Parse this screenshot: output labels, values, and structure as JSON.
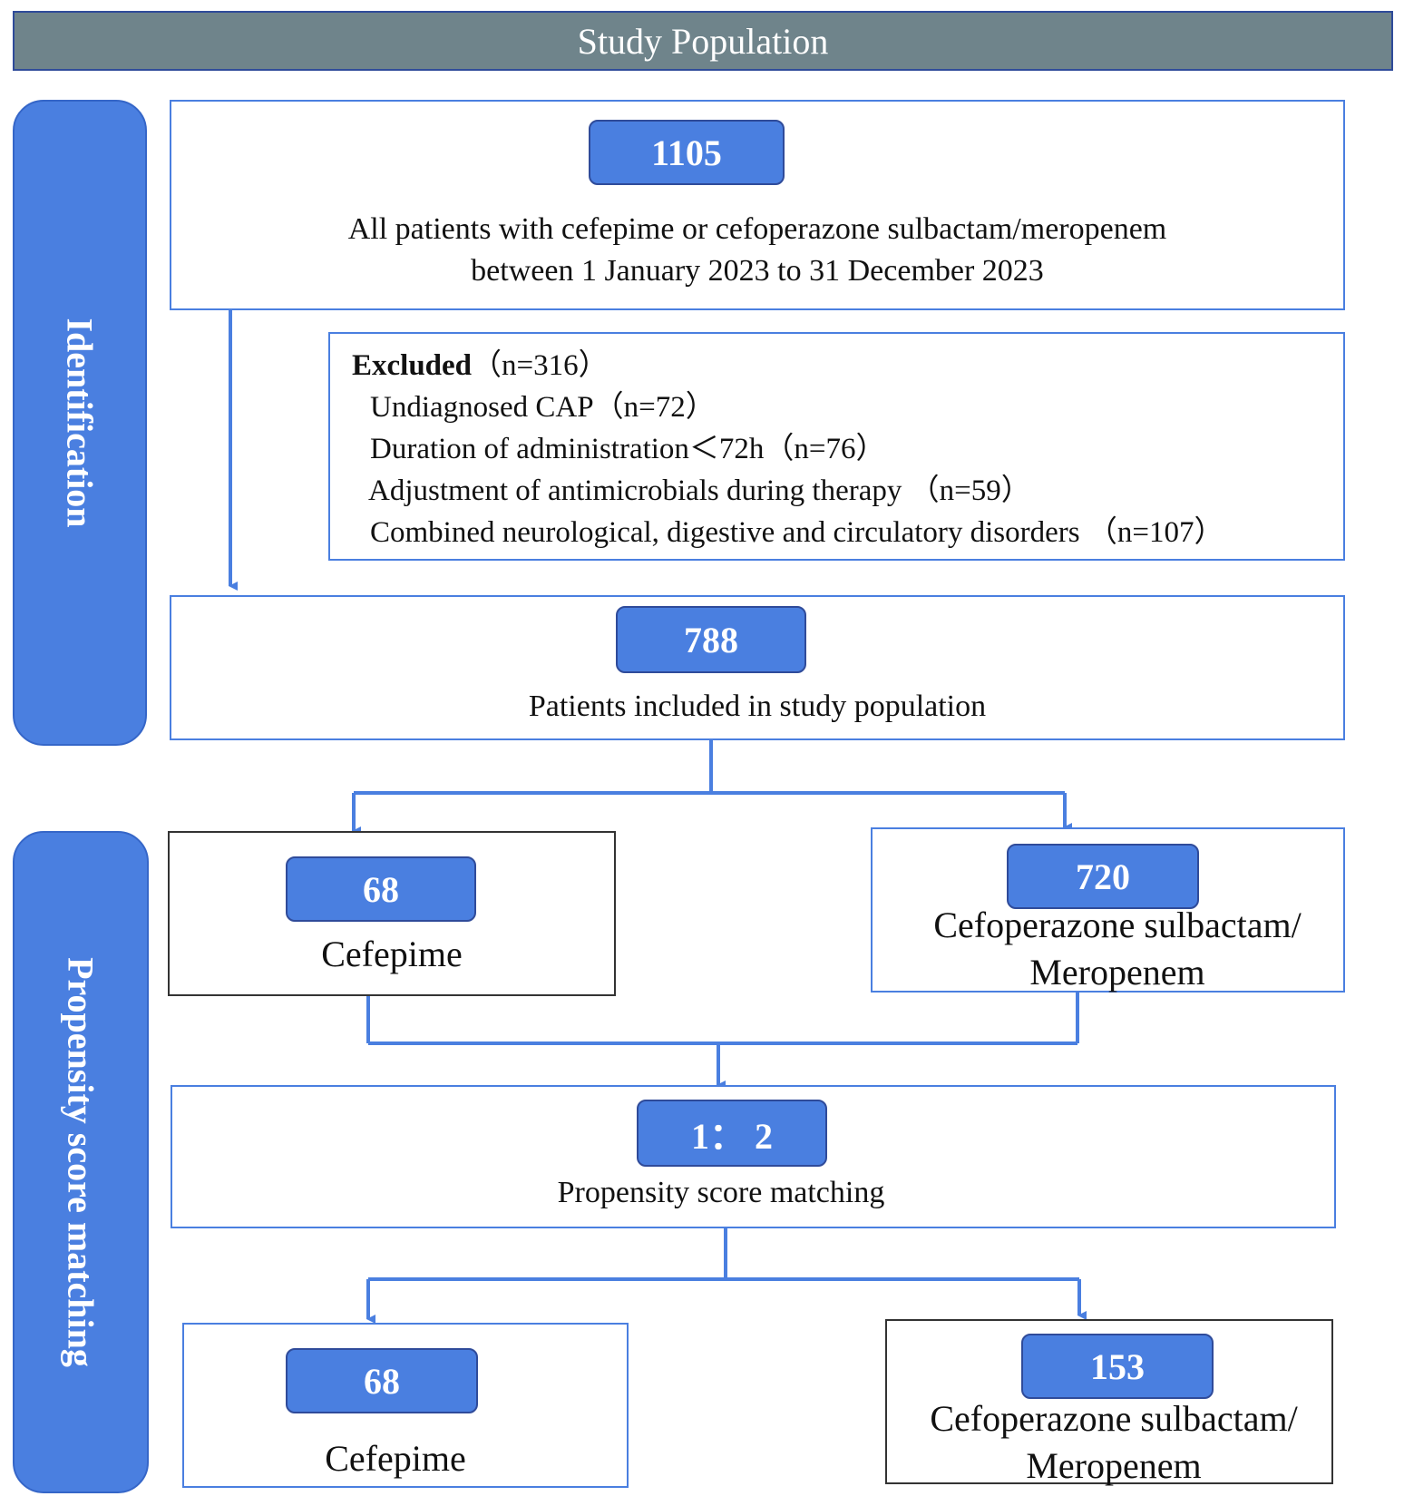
{
  "header": {
    "title": "Study Population"
  },
  "side_labels": {
    "identification": "Identification",
    "propensity": "Propensity score matching"
  },
  "all_patients": {
    "count": "1105",
    "line1": "All patients with cefepime or cefoperazone sulbactam/meropenem",
    "line2": "between 1 January 2023 to 31 December 2023"
  },
  "excluded": {
    "title": "Excluded",
    "title_count": "（n=316）",
    "items": [
      "Undiagnosed CAP（n=72）",
      "Duration of administration＜72h（n=76）",
      "Adjustment of antimicrobials during therapy （n=59）",
      "Combined neurological, digestive and circulatory disorders （n=107）"
    ]
  },
  "included": {
    "count": "788",
    "label": "Patients included in study population"
  },
  "pre_match": {
    "left": {
      "count": "68",
      "label": "Cefepime"
    },
    "right": {
      "count": "720",
      "line1": "Cefoperazone sulbactam/",
      "line2": "Meropenem"
    }
  },
  "matching": {
    "ratio": "1： 2",
    "label": "Propensity score matching"
  },
  "post_match": {
    "left": {
      "count": "68",
      "label": "Cefepime"
    },
    "right": {
      "count": "153",
      "line1": "Cefoperazone sulbactam/",
      "line2": "Meropenem"
    }
  },
  "colors": {
    "accent": "#4a7fe0",
    "header_bg": "#6f848b",
    "header_text": "#ffffff"
  }
}
